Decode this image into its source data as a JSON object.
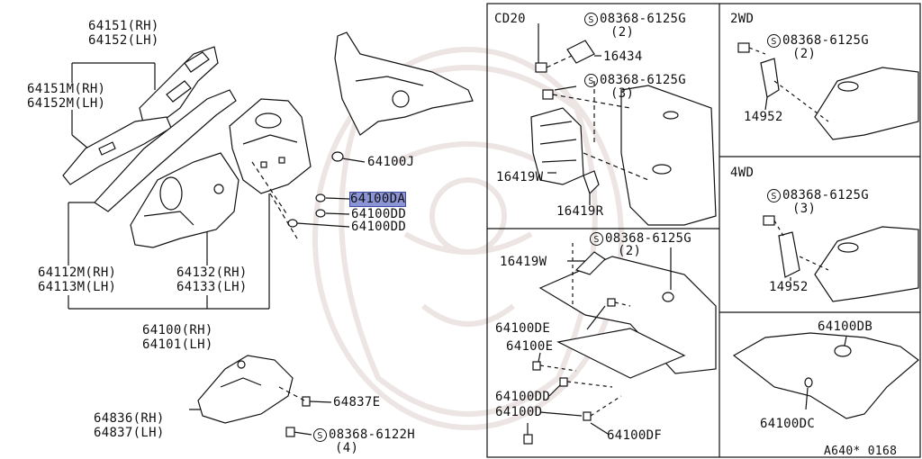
{
  "highlight_color": "#8b95d6",
  "line_color": "#111111",
  "watermark_color": "#ede4e4",
  "left_labels": {
    "p64151": "64151(RH)",
    "p64152": "64152(LH)",
    "p64151m": "64151M(RH)",
    "p64152m": "64152M(LH)",
    "p64100j": "64100J",
    "p64100da": "64100DA",
    "p64100dd_1": "64100DD",
    "p64100dd_2": "64100DD",
    "p64112m": "64112M(RH)",
    "p64113m": "64113M(LH)",
    "p64132": "64132(RH)",
    "p64133": "64133(LH)",
    "p64100": "64100(RH)",
    "p64101": "64101(LH)",
    "p64837e": "64837E",
    "p64836": "64836(RH)",
    "p64837": "64837(LH)",
    "bolt_8368_6122h": "08368-6122H",
    "bolt_8368_6122h_qty": "(4)"
  },
  "cd20_box": {
    "title": "CD20",
    "bolt_a": "08368-6125G",
    "bolt_a_qty": "(2)",
    "p16434": "16434",
    "bolt_b": "08368-6125G",
    "bolt_b_qty": "(3)",
    "p16419w": "16419W",
    "p16419r": "16419R"
  },
  "wd2_box": {
    "title": "2WD",
    "bolt": "08368-6125G",
    "bolt_qty": "(2)",
    "p14952": "14952"
  },
  "wd4_box": {
    "title": "4WD",
    "bolt": "08368-6125G",
    "bolt_qty": "(3)",
    "p14952": "14952"
  },
  "lower_box": {
    "bolt": "08368-6125G",
    "bolt_qty": "(2)",
    "p16419w": "16419W",
    "p64100de": "64100DE",
    "p64100e": "64100E",
    "p64100dd": "64100DD",
    "p64100d": "64100D",
    "p64100df": "64100DF"
  },
  "db_box": {
    "p64100db": "64100DB",
    "p64100dc": "64100DC"
  },
  "screw_symbol": "S",
  "figure_code": "A640* 0168"
}
